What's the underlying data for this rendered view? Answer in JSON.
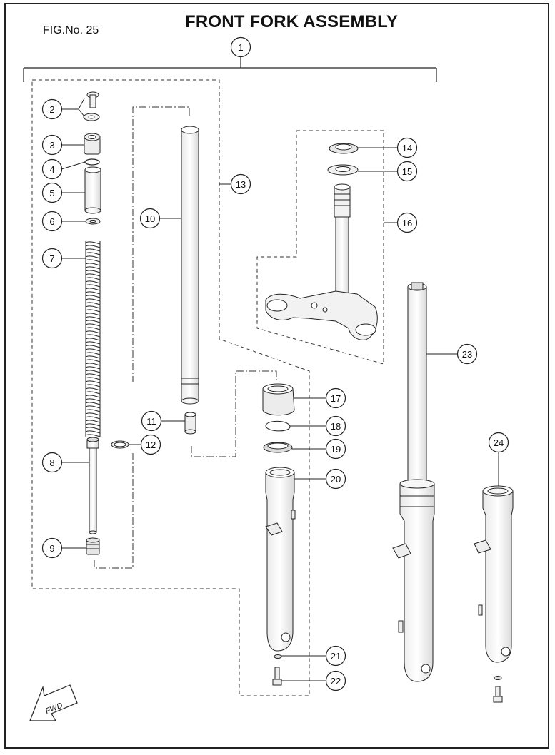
{
  "figure": {
    "number_label": "FIG.No. 25",
    "title": "FRONT FORK ASSEMBLY"
  },
  "callouts": [
    "1",
    "2",
    "3",
    "4",
    "5",
    "6",
    "7",
    "8",
    "9",
    "10",
    "11",
    "12",
    "13",
    "14",
    "15",
    "16",
    "17",
    "18",
    "19",
    "20",
    "21",
    "22",
    "23",
    "24"
  ],
  "direction_arrow": {
    "label": "FWD",
    "icon": "fwd-arrow-icon"
  },
  "colors": {
    "line": "#222222",
    "background": "#ffffff",
    "part_fill": "#f2f2f2"
  }
}
